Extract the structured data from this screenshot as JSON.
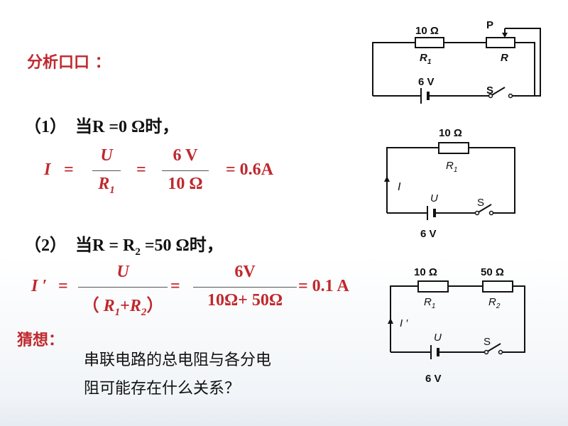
{
  "section_heading": "分析口口 ：",
  "case1": {
    "label": "（1）",
    "text": "当R =0 Ω时，",
    "I": "I",
    "eq1": "=",
    "num1": "U",
    "den1_main": "R",
    "den1_sub": "1",
    "eq2": "=",
    "num2": "6 V",
    "den2": "10 Ω",
    "result": "=  0.6A"
  },
  "case2": {
    "label": "（2）",
    "text_a": "当R = R",
    "text_sub": "2",
    "text_b": " =50 Ω时，",
    "I": "I ′",
    "eq1": "=",
    "num1": "U",
    "den1_open": "（ ",
    "den1_r1": "R",
    "den1_r1_sub": "1",
    "den1_plus": "+",
    "den1_r2": "R",
    "den1_r2_sub": "2",
    "den1_close": "）",
    "eq2": "=",
    "num2": "6V",
    "den2": "10Ω+ 50Ω",
    "result": "= 0.1 A"
  },
  "guess": {
    "label": "猜想",
    "colon": "：",
    "line1": "串联电路的总电阻与各分电",
    "line2": "阻可能存在什么关系？"
  },
  "circuit1": {
    "r1_value": "10 Ω",
    "r1_label": "R",
    "r1_sub": "1",
    "slider": "P",
    "r_label": "R",
    "battery": "6 V",
    "switch": "S"
  },
  "circuit2": {
    "r1_value": "10 Ω",
    "r1_label": "R",
    "r1_sub": "1",
    "current": "I",
    "source": "U",
    "switch": "S",
    "battery": "6 V"
  },
  "circuit3": {
    "r1_value": "10 Ω",
    "r2_value": "50 Ω",
    "r1_label": "R",
    "r1_sub": "1",
    "r2_label": "R",
    "r2_sub": "2",
    "current": "I ′",
    "source": "U",
    "switch": "S",
    "battery": "6 V"
  },
  "colors": {
    "accent_red": "#c0282d",
    "text": "#111111"
  }
}
